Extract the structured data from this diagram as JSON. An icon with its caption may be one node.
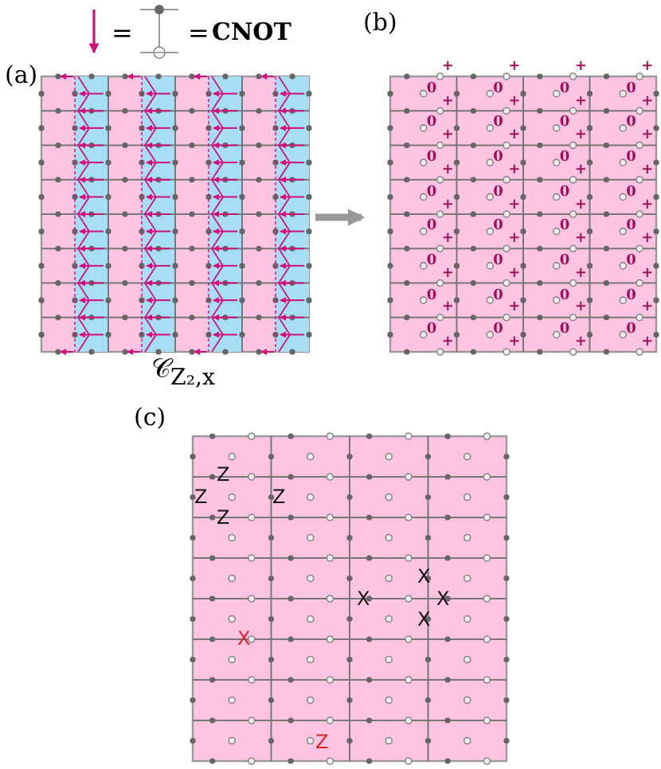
{
  "diagram": {
    "nodes": [
      {
        "text": [
          "(a)"
        ]
      },
      {
        "text": [
          "(b)"
        ]
      },
      {
        "text": [
          "(c)"
        ]
      }
    ],
    "edges": [
      {
        "from": 0,
        "to": 1,
        "arrow": "to"
      }
    ],
    "labels": [
      "=",
      "=",
      "CNOT",
      "+",
      "+",
      "+",
      "+",
      "0",
      "0",
      "0",
      "0",
      "+",
      "+",
      "+",
      "+",
      "0",
      "0",
      "0",
      "0",
      "+",
      "+",
      "+",
      "+",
      "0",
      "0",
      "0",
      "0",
      "+",
      "+",
      "+",
      "+",
      "0",
      "0",
      "0",
      "0",
      "+",
      "+",
      "+",
      "+",
      "0",
      "0",
      "0",
      "0",
      "+",
      "+",
      "+",
      "+",
      "0",
      "0",
      "0",
      "0",
      "+",
      "+",
      "+",
      "+",
      "0",
      "0",
      "0",
      "0",
      "+",
      "+",
      "+",
      "+",
      "0",
      "0",
      "0",
      "0",
      "+",
      "+",
      "+",
      "+",
      "𝒞$_{Z₂,x}$",
      "Z",
      "Z",
      "Z",
      "Z",
      "X",
      "X",
      "X",
      "X",
      "X",
      "Z"
    ]
  }
}
